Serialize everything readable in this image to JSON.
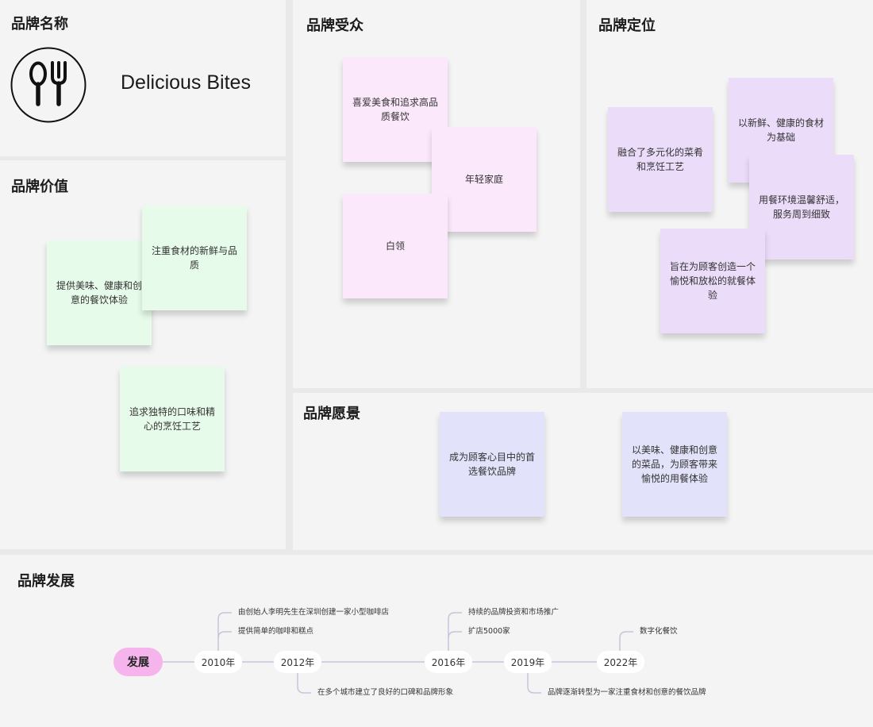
{
  "panels": {
    "name": {
      "title": "品牌名称",
      "brand_name": "Delicious Bites",
      "logo_icon": "fork-spoon-icon"
    },
    "value": {
      "title": "品牌价值",
      "notes": [
        "提供美味、健康和创意的餐饮体验",
        "注重食材的新鲜与品质",
        "追求独特的口味和精心的烹饪工艺"
      ]
    },
    "audience": {
      "title": "品牌受众",
      "notes": [
        "喜爱美食和追求高品质餐饮",
        "年轻家庭",
        "白领"
      ]
    },
    "positioning": {
      "title": "品牌定位",
      "notes": [
        "融合了多元化的菜肴和烹饪工艺",
        "以新鲜、健康的食材为基础",
        "用餐环境温馨舒适，服务周到细致",
        "旨在为顾客创造一个愉悦和放松的就餐体验"
      ]
    },
    "vision": {
      "title": "品牌愿景",
      "notes": [
        "成为顾客心目中的首选餐饮品牌",
        "以美味、健康和创意的菜品，为顾客带来愉悦的用餐体验"
      ]
    },
    "development": {
      "title": "品牌发展",
      "root": "发展",
      "years": [
        "2010年",
        "2012年",
        "2016年",
        "2019年",
        "2022年"
      ],
      "events": {
        "y2010": [
          "由创始人李明先生在深圳创建一家小型咖啡店",
          "提供简单的咖啡和糕点"
        ],
        "y2012": [
          "在多个城市建立了良好的口碑和品牌形象"
        ],
        "y2016": [
          "持续的品牌投资和市场推广",
          "扩店5000家"
        ],
        "y2019": [
          "品牌逐渐转型为一家注重食材和创意的餐饮品牌"
        ],
        "y2022": [
          "数字化餐饮"
        ]
      }
    }
  },
  "colors": {
    "value_notes": "#e6fbea",
    "audience_notes": "#fbe9fb",
    "positioning_notes": "#ebdcfa",
    "vision_notes": "#e2e2fa",
    "root_node": "#f5b4ec",
    "timeline_line": "#c7c3dc"
  }
}
